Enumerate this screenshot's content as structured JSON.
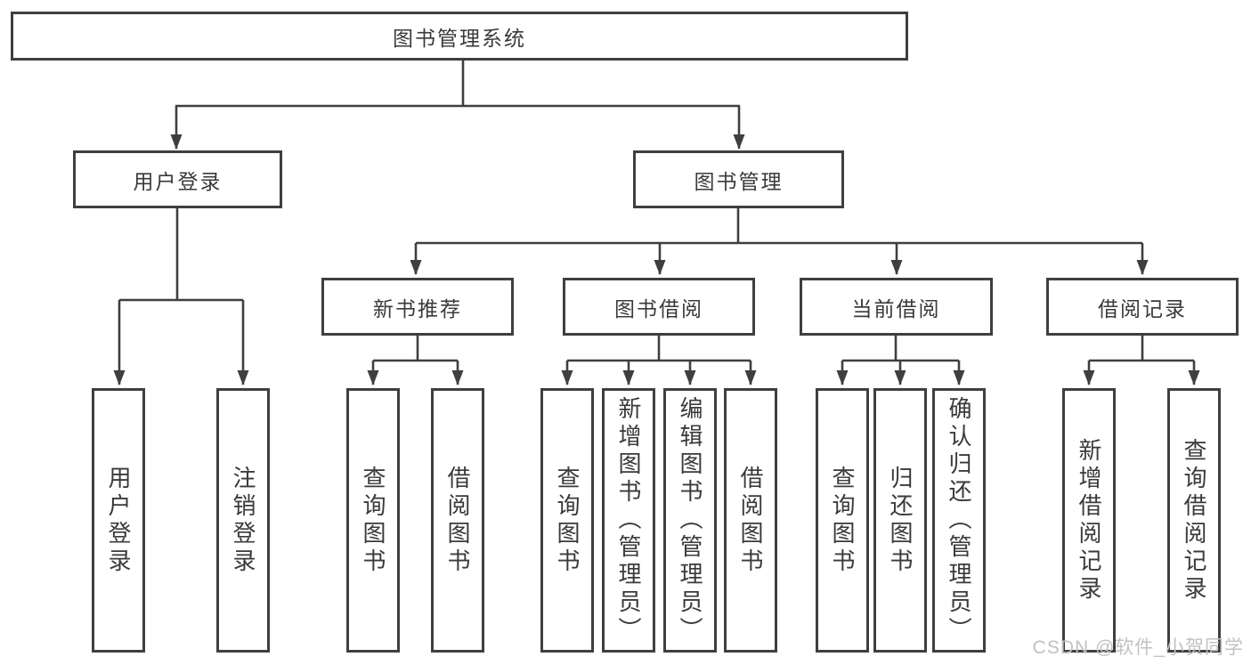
{
  "tree": {
    "root": {
      "label": "图书管理系统"
    },
    "branches": [
      {
        "label": "用户登录",
        "leaves": [
          {
            "label": "用户登录"
          },
          {
            "label": "注销登录"
          }
        ]
      },
      {
        "label": "图书管理",
        "sections": [
          {
            "label": "新书推荐",
            "leaves": [
              {
                "label": "查询图书"
              },
              {
                "label": "借阅图书"
              }
            ]
          },
          {
            "label": "图书借阅",
            "leaves": [
              {
                "label": "查询图书"
              },
              {
                "label": "新增图书（管理员）"
              },
              {
                "label": "编辑图书（管理员）"
              },
              {
                "label": "借阅图书"
              }
            ]
          },
          {
            "label": "当前借阅",
            "leaves": [
              {
                "label": "查询图书"
              },
              {
                "label": "归还图书"
              },
              {
                "label": "确认归还（管理员）"
              }
            ]
          },
          {
            "label": "借阅记录",
            "leaves": [
              {
                "label": "新增借阅记录"
              },
              {
                "label": "查询借阅记录"
              }
            ]
          }
        ]
      }
    ]
  },
  "watermark": {
    "text": "CSDN @软件_小贺同学"
  },
  "colors": {
    "line": "#3f3f3f",
    "text": "#3a3a3a",
    "watermark": "#c2c2c2",
    "background": "#ffffff"
  }
}
